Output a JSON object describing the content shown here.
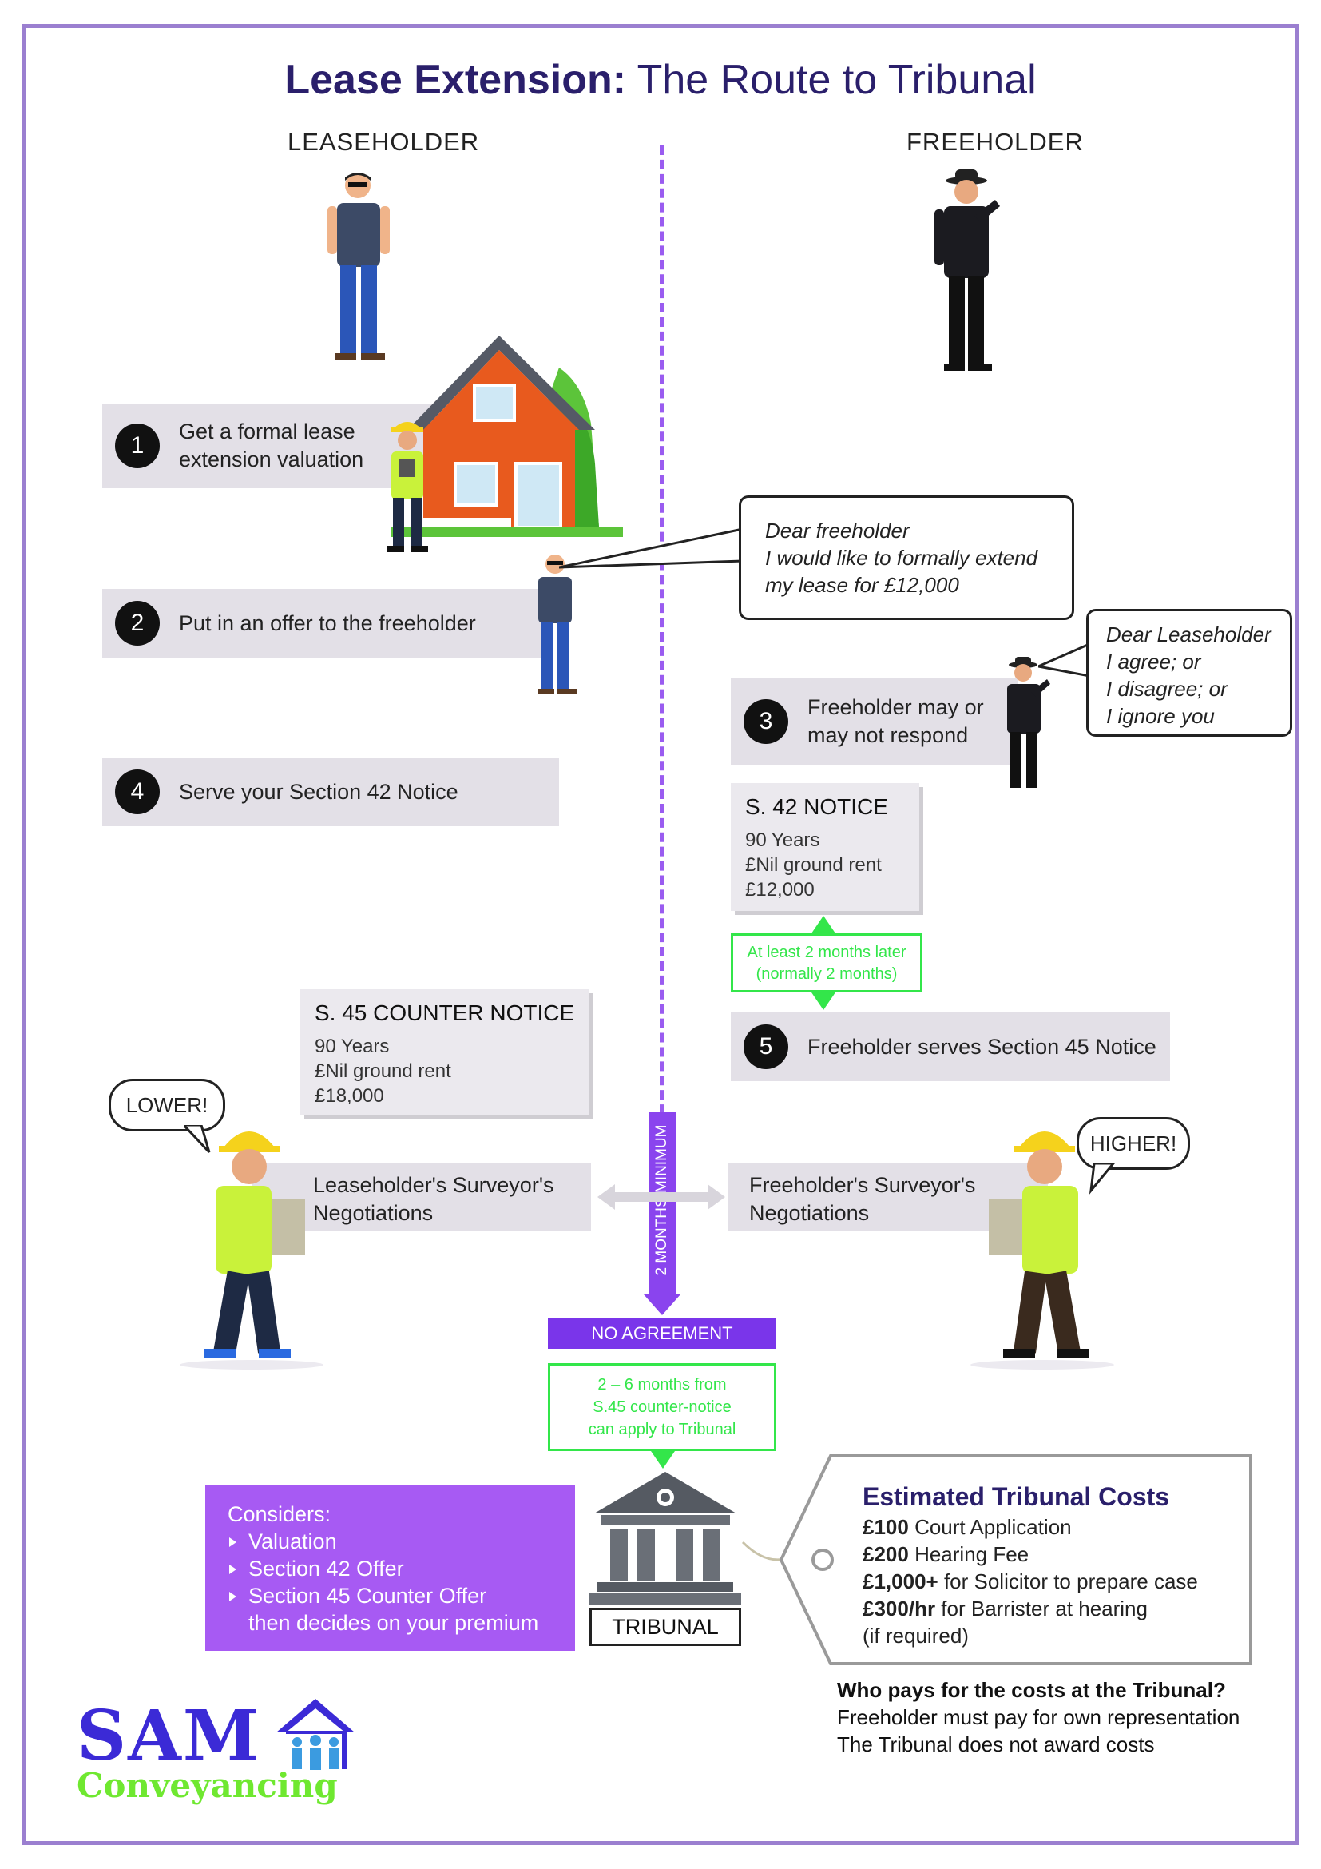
{
  "title": {
    "bold": "Lease Extension:",
    "rest": " The Route to Tribunal"
  },
  "columns": {
    "left": "LEASEHOLDER",
    "right": "FREEHOLDER"
  },
  "steps": [
    {
      "num": "1",
      "text": "Get a formal lease extension valuation"
    },
    {
      "num": "2",
      "text": "Put in an offer to the freeholder"
    },
    {
      "num": "3",
      "text": "Freeholder may or may not respond"
    },
    {
      "num": "4",
      "text": "Serve your Section 42 Notice"
    },
    {
      "num": "5",
      "text": "Freeholder serves Section 45 Notice"
    }
  ],
  "bubbles": {
    "offer": [
      "Dear freeholder",
      "I would like to formally extend",
      "my lease for £12,000"
    ],
    "reply": [
      "Dear Leaseholder",
      "I agree; or",
      "I disagree; or",
      "I ignore you"
    ],
    "lower": "LOWER!",
    "higher": "HIGHER!"
  },
  "s42": {
    "heading": "S. 42 NOTICE",
    "lines": [
      "90 Years",
      "£Nil ground rent",
      "£12,000"
    ]
  },
  "s45": {
    "heading": "S. 45 COUNTER NOTICE",
    "lines": [
      "90 Years",
      "£Nil ground rent",
      "£18,000"
    ]
  },
  "timing1": [
    "At least 2 months later",
    "(normally 2 months)"
  ],
  "timing2": [
    "2 – 6 months from",
    "S.45 counter-notice",
    "can apply to Tribunal"
  ],
  "negotiations": {
    "left": [
      "Leaseholder's Surveyor's",
      "Negotiations"
    ],
    "right": [
      "Freeholder's Surveyor's",
      "Negotiations"
    ]
  },
  "two_months": "2 MONTHS MINIMUM",
  "no_agreement": "NO AGREEMENT",
  "considers": {
    "heading": "Considers:",
    "items": [
      "Valuation",
      "Section 42 Offer",
      "Section 45 Counter Offer"
    ],
    "footer": "then decides on your premium"
  },
  "tribunal": "TRIBUNAL",
  "costs": {
    "heading": "Estimated Tribunal Costs",
    "items": [
      {
        "amount": "£100",
        "desc": " Court Application"
      },
      {
        "amount": "£200",
        "desc": " Hearing Fee"
      },
      {
        "amount": "£1,000+",
        "desc": " for Solicitor to prepare case"
      },
      {
        "amount": "£300/hr",
        "desc": " for Barrister at hearing"
      }
    ],
    "note": "(if required)"
  },
  "who_pays": {
    "question": "Who pays for the costs at the Tribunal?",
    "lines": [
      "Freeholder must pay for own representation",
      "The Tribunal does not award costs"
    ]
  },
  "logo": {
    "top": "SAM",
    "bottom": "Conveyancing"
  },
  "colors": {
    "purple": "#8a44ee",
    "green": "#33e64a",
    "navy": "#2a1f6b",
    "grey_box": "#e3e0e7"
  }
}
